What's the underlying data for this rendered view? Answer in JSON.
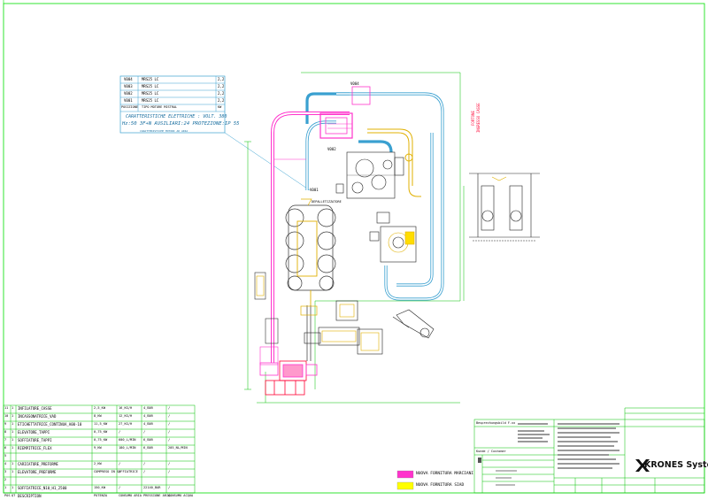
{
  "brand": {
    "name": "KRONES Systems"
  },
  "legend": [
    {
      "label": "NUOVA FORNITURA MARCIANI",
      "color": "#ff33cc"
    },
    {
      "label": "NUOVA FORNITURA SIAD",
      "color": "#ffff00"
    }
  ],
  "elec_table": {
    "rows": [
      {
        "code": "V004",
        "desc": "MRS25 LC",
        "kw": "2,2"
      },
      {
        "code": "V003",
        "desc": "MRS25 LC",
        "kw": "2,2"
      },
      {
        "code": "V002",
        "desc": "MRS25 LC",
        "kw": "2,2"
      },
      {
        "code": "V001",
        "desc": "MRS25 LC",
        "kw": "2,2"
      }
    ],
    "header_row": {
      "code": "POSIZIONE",
      "desc": "TIPO MOTORE MISTRAL",
      "kw": "KW"
    },
    "line1": "CARATTERISTICHE ELETTRICHE : VOLT. 380",
    "line2": "Hz:50 3F+N AUSILIARI:24  PROTEZIONE:IP 55",
    "line3": "CARATTERISTICHE MOTORI AD ARIA"
  },
  "machine_labels": {
    "v001": "V001",
    "v002": "V002",
    "v004": "V004",
    "depal": "DEPALLETIZZATORE",
    "fortone1": "FORTONE",
    "fortone2": "INGRESSO CASSE"
  },
  "bom": {
    "rows": [
      {
        "n": "11",
        "q": "1",
        "desc": "INFILATORE_CASSE",
        "c1": "2,5_KW",
        "c2": "16_KG/H",
        "c3": "4_BAR",
        "c4": "/"
      },
      {
        "n": "10",
        "q": "1",
        "desc": "INCASSONATRICE_VAD",
        "c1": "8_KW",
        "c2": "12_KG/H",
        "c3": "4_BAR",
        "c4": "/"
      },
      {
        "n": "9",
        "q": "1",
        "desc": "ETICHETTATRICE_CONTINUA_A00-10",
        "c1": "11,5_KW",
        "c2": "27_KG/H",
        "c3": "4_BAR",
        "c4": "/"
      },
      {
        "n": "8",
        "q": "1",
        "desc": "ELEVATORE_TAPPI",
        "c1": "0,75_KW",
        "c2": "/",
        "c3": "/",
        "c4": "/"
      },
      {
        "n": "7",
        "q": "1",
        "desc": "SOFFIATORE_TAPPI",
        "c1": "0,75_KW",
        "c2": "600_L/MIN",
        "c3": "6_BAR",
        "c4": "/"
      },
      {
        "n": "6",
        "q": "1",
        "desc": "RIEMPITRICE_FLEX",
        "c1": "9_KW",
        "c2": "180_L/MIN",
        "c3": "6_BAR",
        "c4": "205_NL/MIN"
      },
      {
        "n": "5",
        "q": "",
        "desc": "",
        "c1": "",
        "c2": "",
        "c3": "",
        "c4": ""
      },
      {
        "n": "4",
        "q": "1",
        "desc": "CARICATORE_PREFORME",
        "c1": "2_KW",
        "c2": "/",
        "c3": "/",
        "c4": "/"
      },
      {
        "n": "3",
        "q": "1",
        "desc": "ELEVATORE_PREFORME",
        "c1": "COMPRESO IN SOFFIATRICE",
        "c2": "/",
        "c3": "/",
        "c4": "/"
      },
      {
        "n": "2",
        "q": "",
        "desc": "",
        "c1": "",
        "c2": "",
        "c3": "",
        "c4": ""
      },
      {
        "n": "1",
        "q": "1",
        "desc": "SOFFIATRICE_N10_H1_2500",
        "c1": "150_KW",
        "c2": "/",
        "c3": "22140_BAR",
        "c4": "/"
      },
      {
        "n": "POS",
        "q": "QT",
        "desc": "DESCRIPTION",
        "c1": "POTENZA",
        "c2": "CONSUMO ARIA",
        "c3": "PRESSIONE ARIA",
        "c4": "CONSUMO ACQUA"
      }
    ]
  },
  "title_block": {
    "header": "Besprechungsbild F.xx",
    "sub": "Kunde / Customer"
  }
}
